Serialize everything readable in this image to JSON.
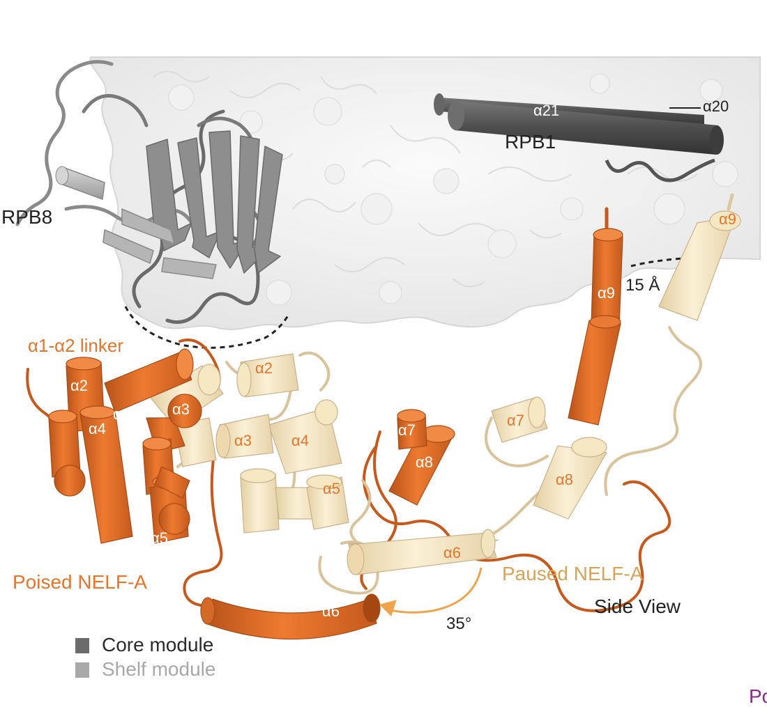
{
  "labels": {
    "rpb8": "RPB8",
    "rpb1": "RPB1",
    "a21": "α21",
    "a20": "α20",
    "linker": "α1-α2 linker",
    "distance": "15 Å",
    "angle": "35°",
    "poised": "Poised NELF-A",
    "paused": "Paused NELF-A",
    "view": "Side View",
    "partial": "Po"
  },
  "poised_helices": {
    "a1": "α1",
    "a2": "α2",
    "a3": "α3",
    "a4": "α4",
    "a5": "α5",
    "a6": "α6",
    "a7": "α7",
    "a8": "α8",
    "a9": "α9"
  },
  "paused_helices": {
    "a2": "α2",
    "a3": "α3",
    "a4": "α4",
    "a5": "α5",
    "a6": "α6",
    "a7": "α7",
    "a8": "α8",
    "a9": "α9"
  },
  "legend": {
    "core": {
      "label": "Core module",
      "color": "#6b6b6b"
    },
    "shelf": {
      "label": "Shelf module",
      "color": "#a8a8a8"
    }
  },
  "colors": {
    "poised": "#e06a22",
    "paused": "#f2e2bc",
    "paused_text": "#d9a356",
    "core": "#5a5a5a",
    "surface": "#ededed",
    "accent_label": "#e8742a"
  }
}
